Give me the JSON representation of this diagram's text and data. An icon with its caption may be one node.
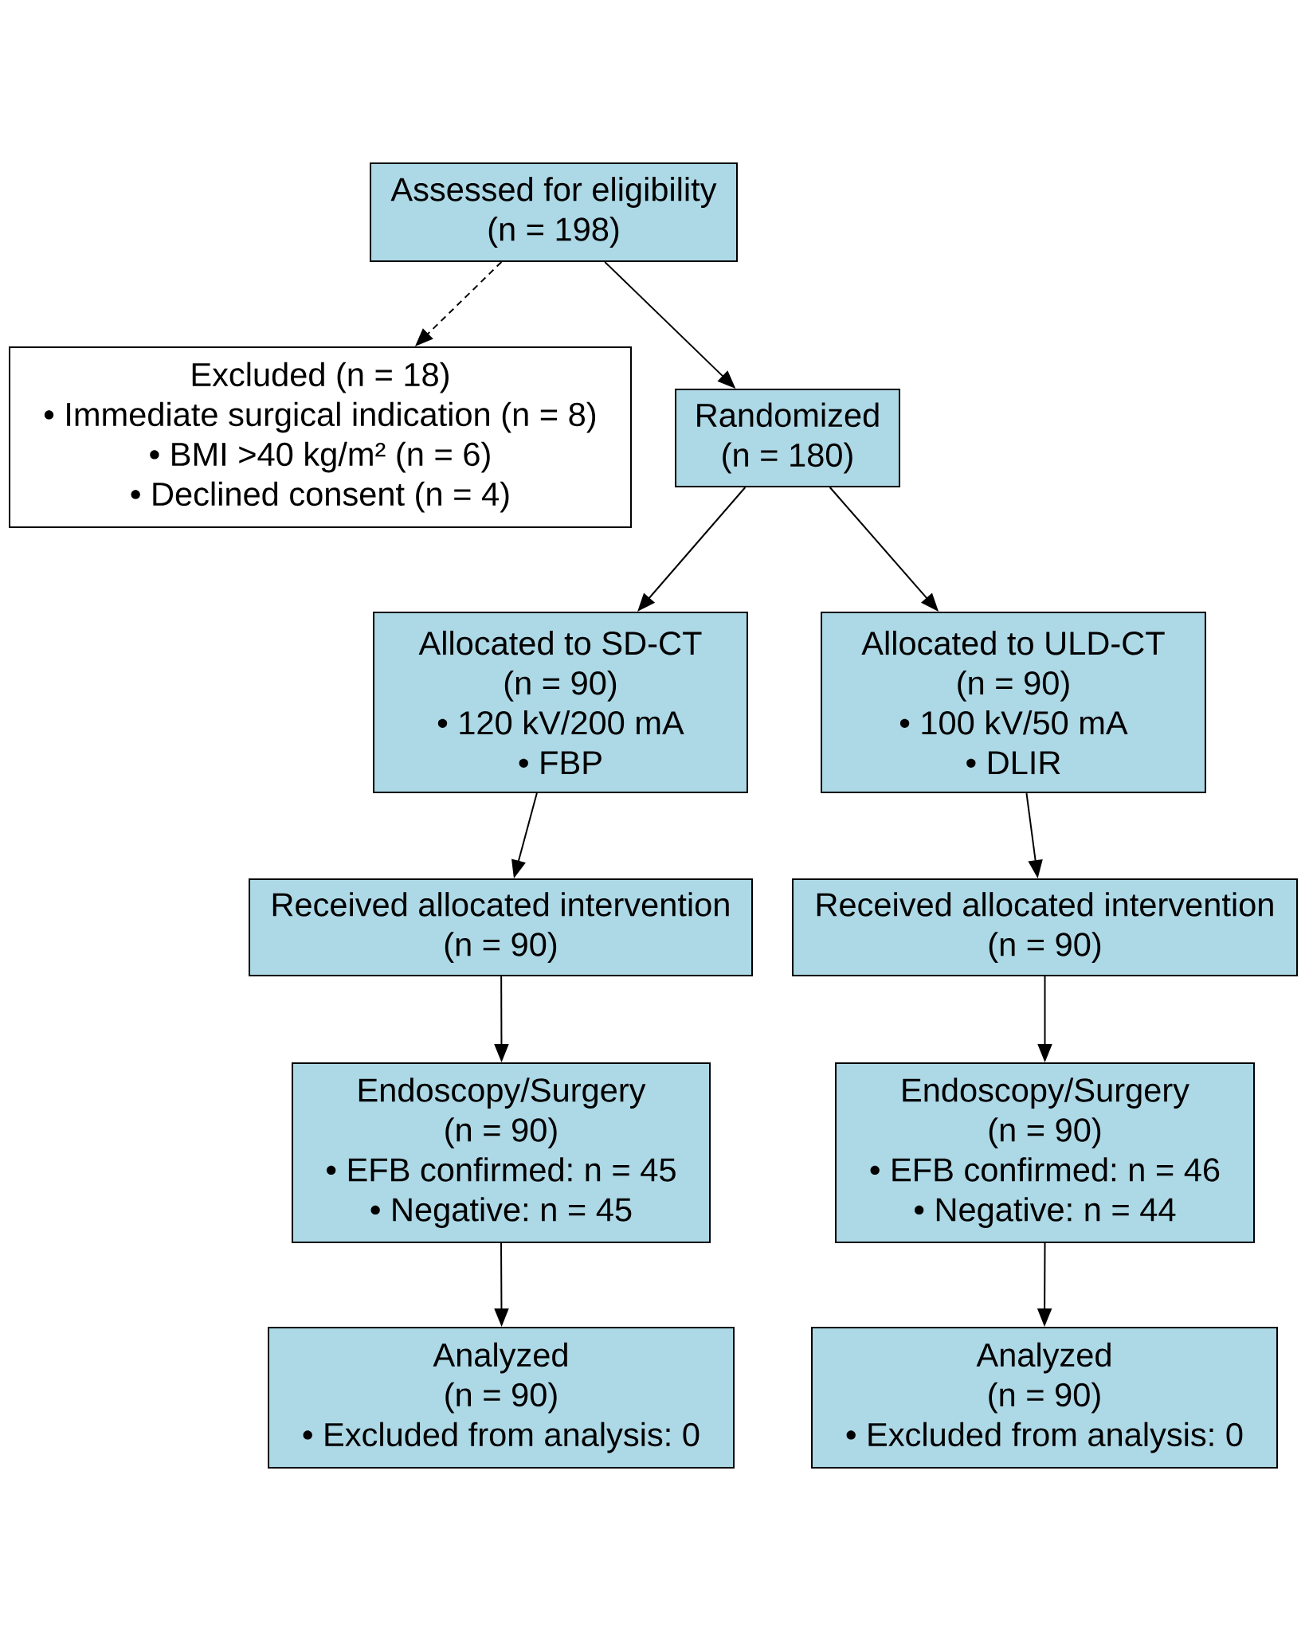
{
  "diagram": {
    "nodes": [
      {
        "text": [
          "Assessed for eligibility",
          "(n = 198)"
        ]
      },
      {
        "text": [
          "Excluded (n = 18)",
          "• Immediate surgical indication (n = 8)",
          "• BMI >40 kg/m² (n = 6)",
          "• Declined consent (n = 4)"
        ]
      },
      {
        "text": [
          "Randomized",
          "(n = 180)"
        ]
      },
      {
        "text": [
          "Allocated to SD-CT",
          "(n = 90)",
          "• 120 kV/200 mA",
          "• FBP"
        ]
      },
      {
        "text": [
          "Allocated to ULD-CT",
          "(n = 90)",
          "• 100 kV/50 mA",
          "• DLIR"
        ]
      },
      {
        "text": [
          "Received allocated intervention",
          "(n = 90)"
        ]
      },
      {
        "text": [
          "Received allocated intervention",
          "(n = 90)"
        ]
      },
      {
        "text": [
          "Endoscopy/Surgery",
          "(n = 90)",
          "• EFB confirmed: n = 45",
          "• Negative: n = 45"
        ]
      },
      {
        "text": [
          "Endoscopy/Surgery",
          "(n = 90)",
          "• EFB confirmed: n = 46",
          "• Negative: n = 44"
        ]
      },
      {
        "text": [
          "Analyzed",
          "(n = 90)",
          "• Excluded from analysis: 0"
        ]
      },
      {
        "text": [
          "Analyzed",
          "(n = 90)",
          "• Excluded from analysis: 0"
        ]
      }
    ],
    "edges": [
      {
        "from": 0,
        "to": 1,
        "arrow": "to",
        "style": "dashed"
      },
      {
        "from": 0,
        "to": 2,
        "arrow": "to"
      },
      {
        "from": 2,
        "to": 3,
        "arrow": "to"
      },
      {
        "from": 2,
        "to": 4,
        "arrow": "to"
      },
      {
        "from": 3,
        "to": 5,
        "arrow": "to"
      },
      {
        "from": 4,
        "to": 6,
        "arrow": "to"
      },
      {
        "from": 5,
        "to": 7,
        "arrow": "to"
      },
      {
        "from": 6,
        "to": 8,
        "arrow": "to"
      },
      {
        "from": 7,
        "to": 9,
        "arrow": "to"
      },
      {
        "from": 8,
        "to": 10,
        "arrow": "to"
      }
    ]
  }
}
